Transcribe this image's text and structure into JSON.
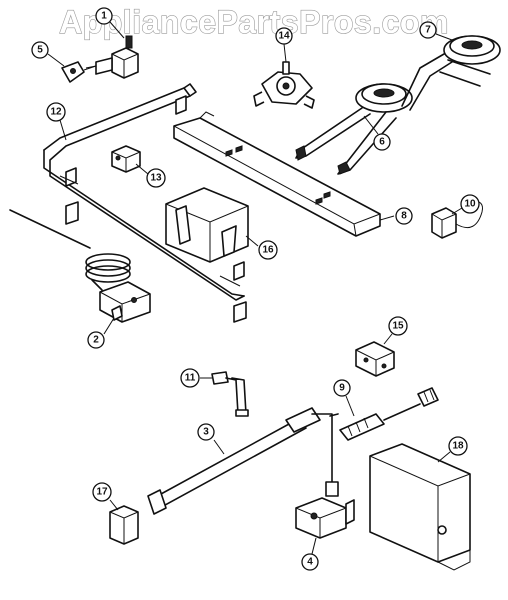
{
  "watermark": "AppliancePartsPros.com",
  "callouts": {
    "p1": "1",
    "p2": "2",
    "p3": "3",
    "p4": "4",
    "p5": "5",
    "p6": "6",
    "p7": "7",
    "p8": "8",
    "p9": "9",
    "p10": "10",
    "p11": "11",
    "p12": "12",
    "p13": "13",
    "p14": "14",
    "p15": "15",
    "p16": "16",
    "p17": "17",
    "p18": "18"
  }
}
